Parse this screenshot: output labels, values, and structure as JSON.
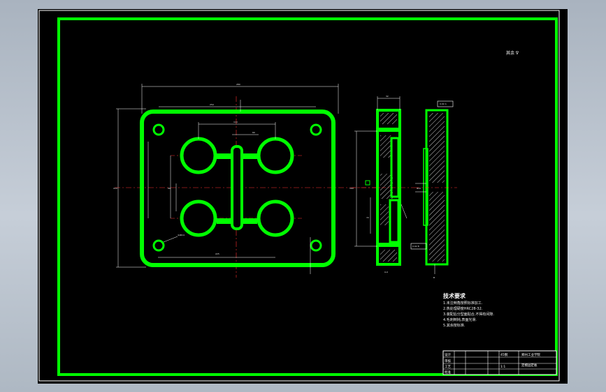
{
  "colors": {
    "background": "#000000",
    "part_outline": "#00ff00",
    "dimension": "#ffffff",
    "centerline": "#ff3030",
    "hatch": "#ffffff",
    "window_bg": "#b8c1cc"
  },
  "drawing": {
    "scale_note": "其余 ∇",
    "technical_requirements": {
      "heading": "技术要求",
      "items": [
        "1.未注倒角按照标准加工.",
        "2.热处理硬度HRC28-32.",
        "3.装配后分型面贴合,不得有间隙.",
        "4.毛刺倒钝,表面光滑.",
        "5.其余按标准."
      ]
    },
    "title_block": {
      "drawing_title": "定模固定板",
      "school": "郑州工业学院",
      "material": "45钢",
      "scale": "1:1",
      "rows": [
        "设计",
        "审核",
        "工艺",
        "批准"
      ]
    }
  }
}
